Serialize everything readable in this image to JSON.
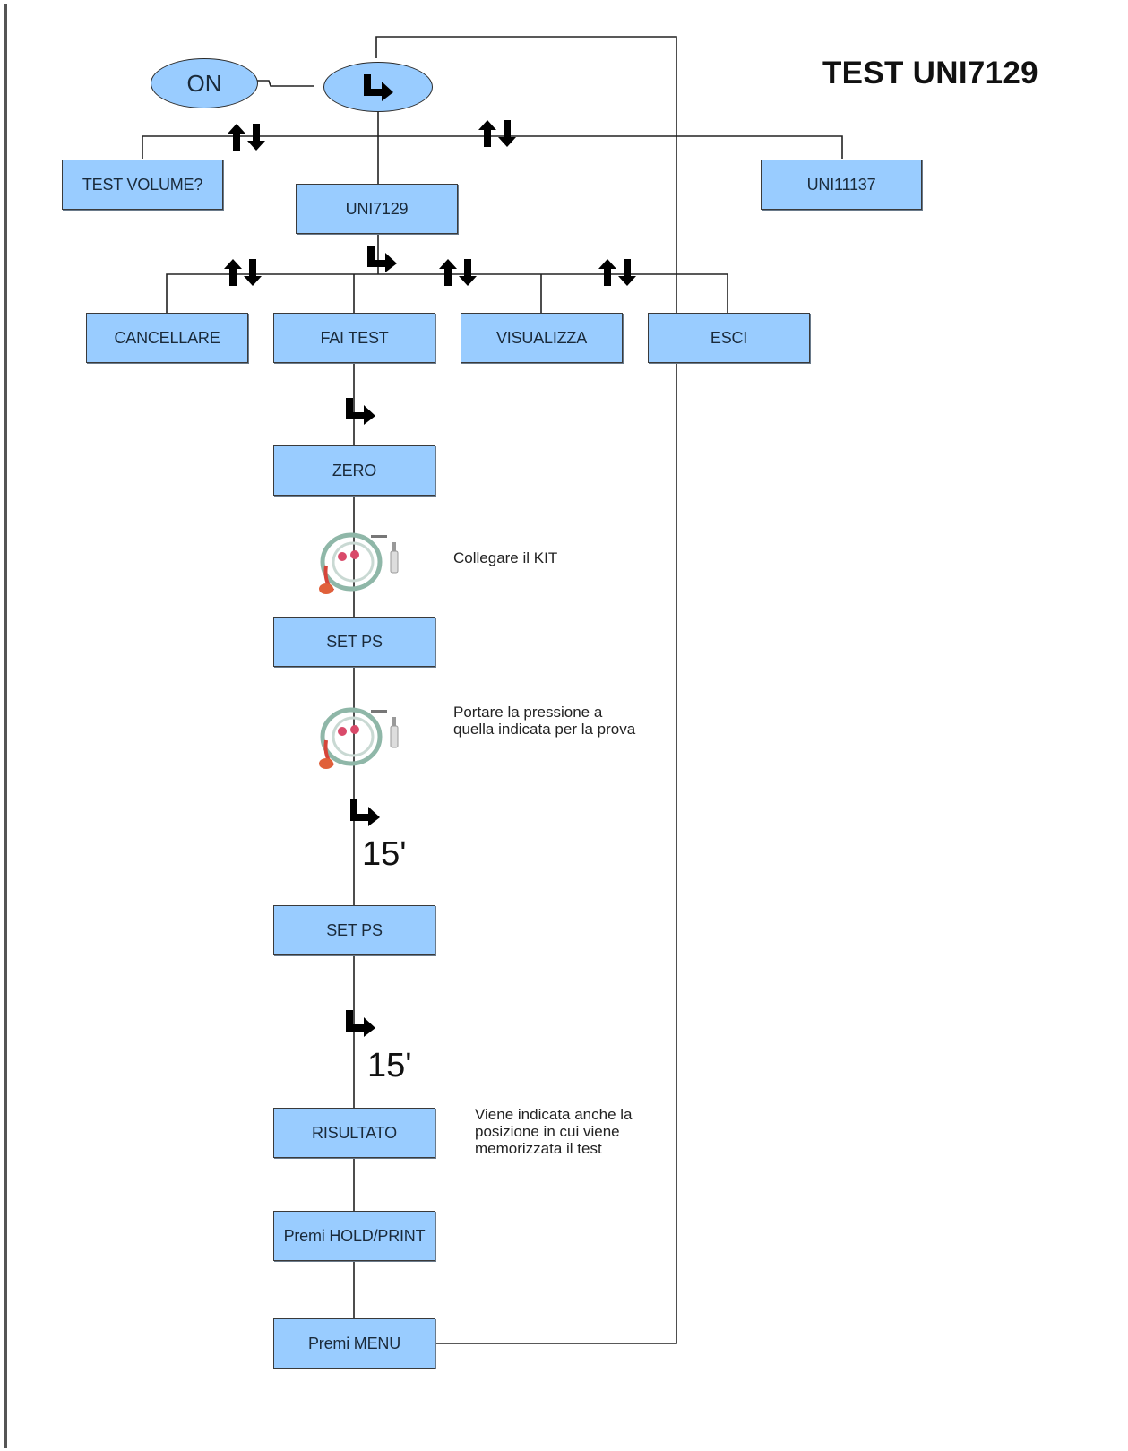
{
  "title": "TEST UNI7129",
  "start": {
    "label": "ON"
  },
  "nodes": {
    "test_volume": "TEST VOLUME?",
    "uni7129": "UNI7129",
    "uni11137": "UNI11137",
    "cancellare": "CANCELLARE",
    "fai_test": "FAI TEST",
    "visualizza": "VISUALIZZA",
    "esci": "ESCI",
    "zero": "ZERO",
    "set_ps_1": "SET PS",
    "set_ps_2": "SET PS",
    "risultato": "RISULTATO",
    "premi_hold": "Premi HOLD/PRINT",
    "premi_menu": "Premi MENU"
  },
  "notes": {
    "collegare": "Collegare il KIT",
    "portare_1": "Portare la pressione a",
    "portare_2": "quella indicata per la prova",
    "viene_1": "Viene indicata anche la",
    "viene_2": "posizione in cui viene",
    "viene_3": "memorizzata il test"
  },
  "timers": {
    "t1": "15'",
    "t2": "15'"
  },
  "icons": {
    "enter": "enter-arrow-icon",
    "updown": "up-down-arrows-icon",
    "kit": "test-kit-image"
  },
  "colors": {
    "box_fill": "#99ccff",
    "line": "#222222"
  }
}
